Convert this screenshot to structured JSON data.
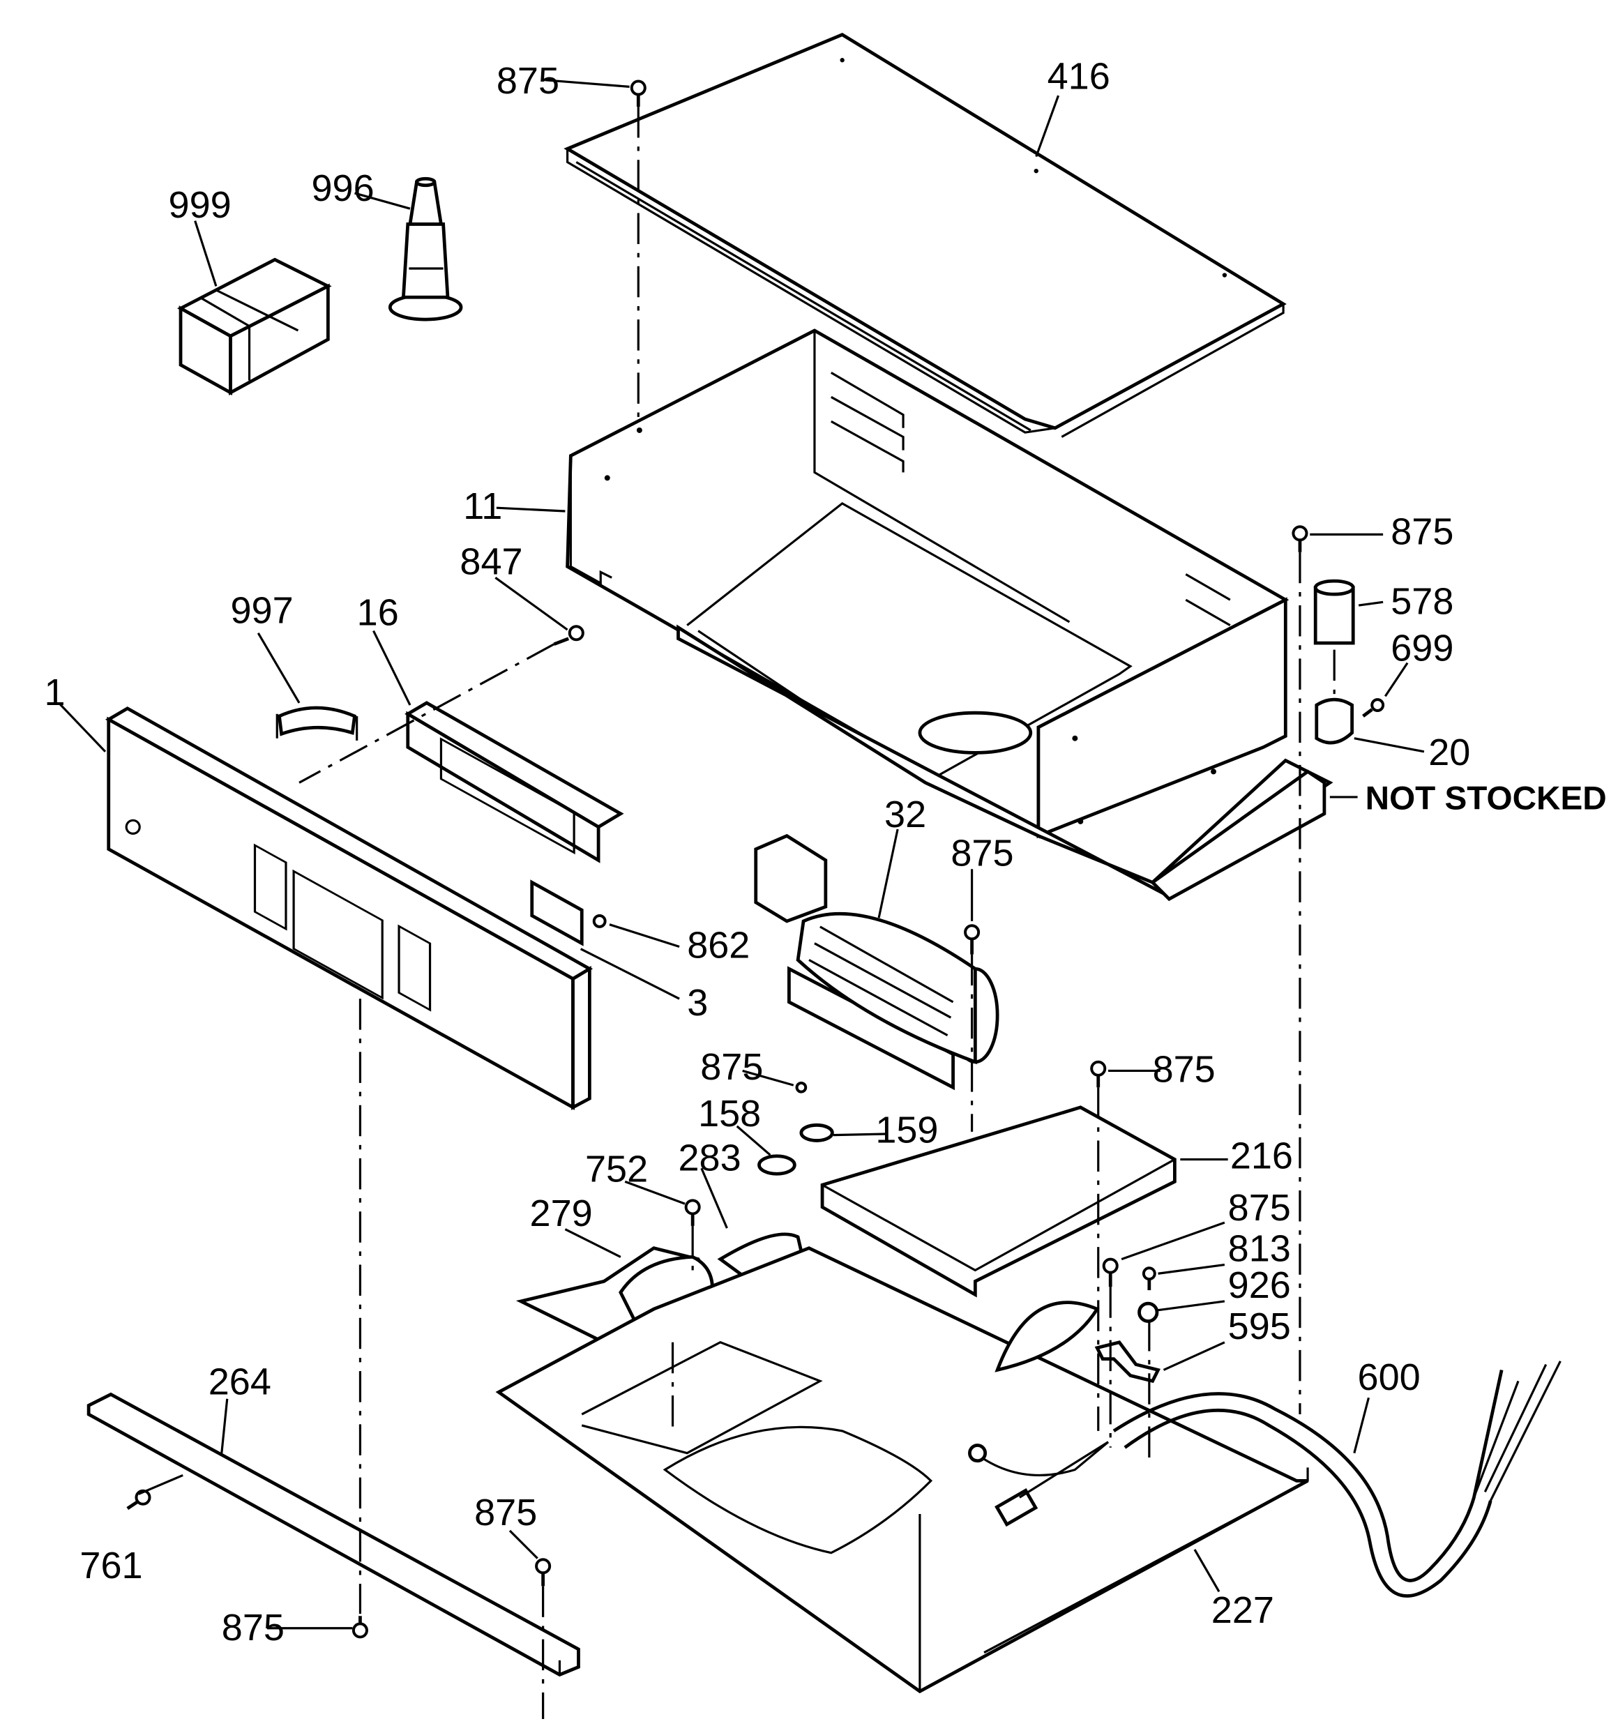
{
  "labels": {
    "p875_top": "875",
    "p416": "416",
    "p999": "999",
    "p996": "996",
    "p11": "11",
    "p875_right": "875",
    "p578": "578",
    "p699": "699",
    "p20": "20",
    "not_stocked": "NOT STOCKED",
    "p847": "847",
    "p997": "997",
    "p16": "16",
    "p1": "1",
    "p32": "32",
    "p875_fan": "875",
    "p862": "862",
    "p3": "3",
    "p875_therm": "875",
    "p158": "158",
    "p159": "159",
    "p875_cover": "875",
    "p216": "216",
    "p752": "752",
    "p283": "283",
    "p279": "279",
    "p875_clamp": "875",
    "p813": "813",
    "p926": "926",
    "p595": "595",
    "p600": "600",
    "p264": "264",
    "p761": "761",
    "p875_bottom": "875",
    "p875_bottom_left": "875",
    "p227": "227"
  }
}
